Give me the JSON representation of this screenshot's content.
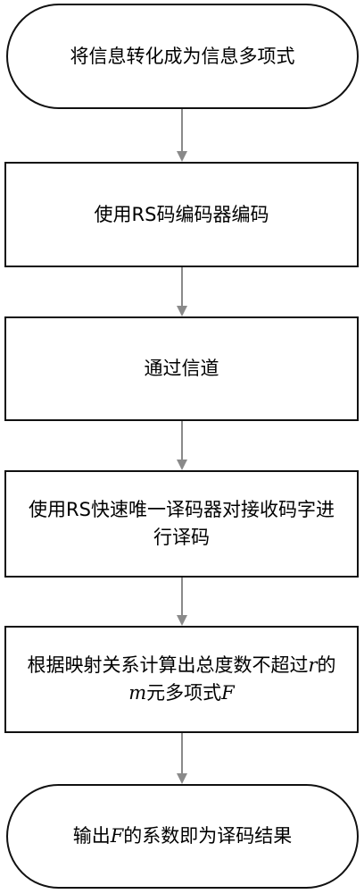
{
  "flowchart": {
    "nodes": [
      {
        "id": "start",
        "shape": "terminal",
        "text": "将信息转化成为信息多项式"
      },
      {
        "id": "encode",
        "shape": "process",
        "text": "使用RS码编码器编码"
      },
      {
        "id": "channel",
        "shape": "process",
        "text": "通过信道"
      },
      {
        "id": "decode",
        "shape": "process",
        "text": "使用RS快速唯一译码器对接收码字进行译码"
      },
      {
        "id": "compute",
        "shape": "process",
        "text": "根据映射关系计算出总度数不超过r的m元多项式F"
      },
      {
        "id": "end",
        "shape": "terminal",
        "text": "输出F的系数即为译码结果"
      }
    ],
    "colors": {
      "border": "#111111",
      "arrow": "#8a8a8a",
      "background": "#ffffff"
    }
  }
}
